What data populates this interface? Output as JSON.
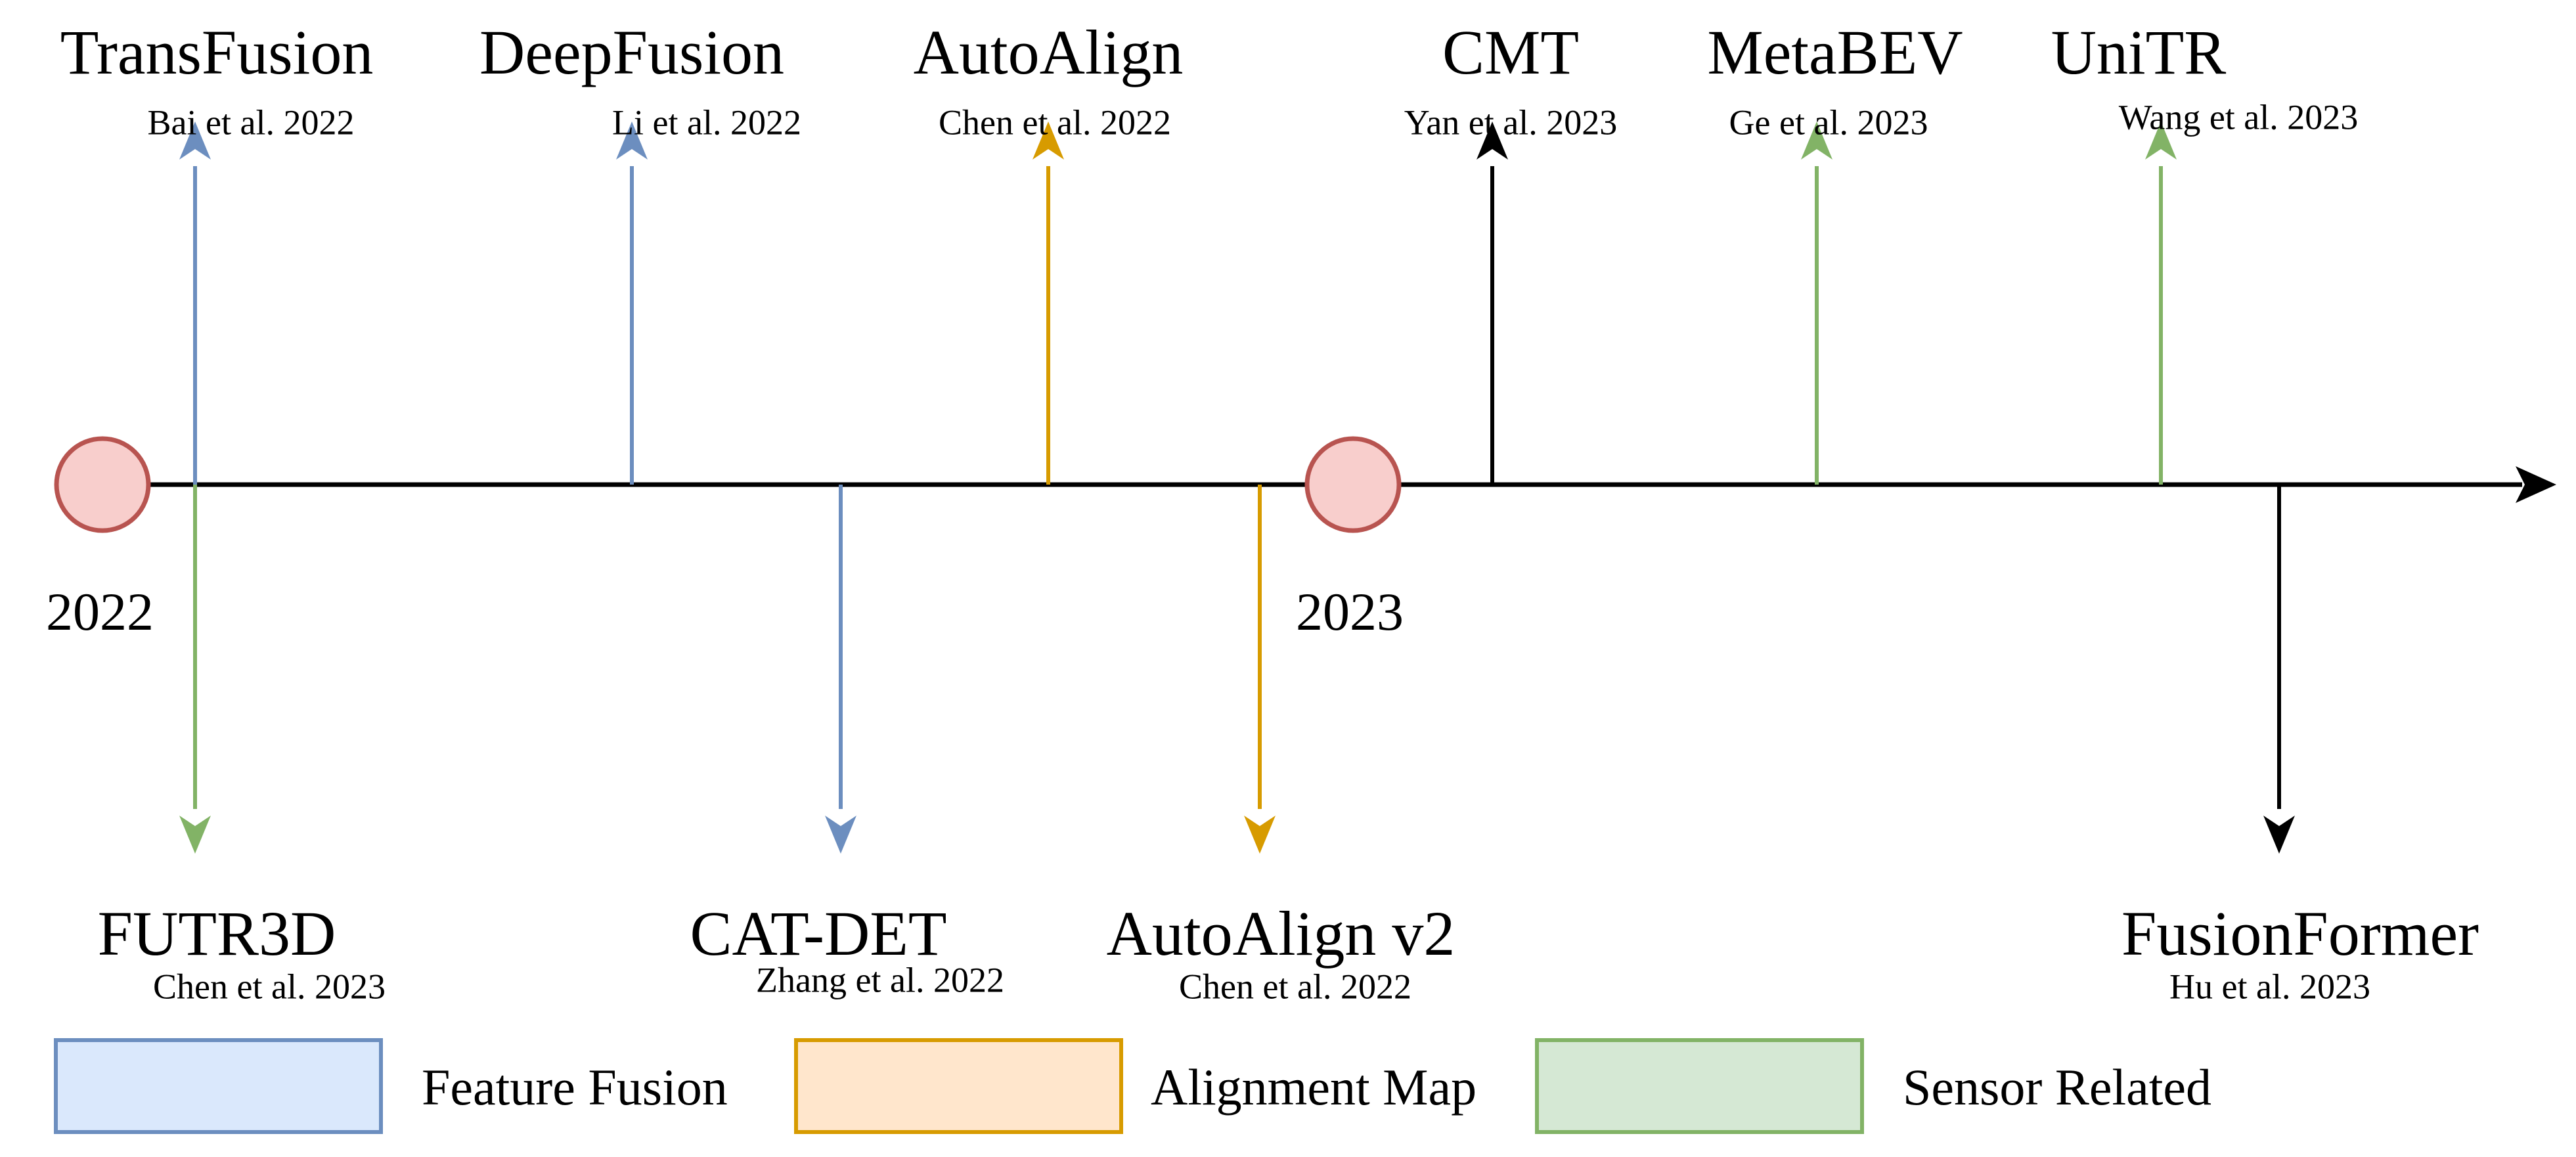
{
  "colors": {
    "feature_fusion": "#6c8ebf",
    "alignment_map": "#d79b00",
    "sensor_related": "#82b366",
    "other": "#000000",
    "year_circle_fill": "#f8cecc",
    "year_circle_stroke": "#b85450",
    "legend_feature_fill": "#dae8fc",
    "legend_alignment_fill": "#ffe6cc",
    "legend_sensor_fill": "#d5e8d4"
  },
  "timeline": {
    "years": [
      {
        "label": "2022"
      },
      {
        "label": "2023"
      }
    ]
  },
  "methods": [
    {
      "name": "TransFusion",
      "citation": "Bai et al. 2022",
      "category": "feature_fusion",
      "side": "above"
    },
    {
      "name": "DeepFusion",
      "citation": "Li et al. 2022",
      "category": "feature_fusion",
      "side": "above"
    },
    {
      "name": "AutoAlign",
      "citation": "Chen et al. 2022",
      "category": "alignment_map",
      "side": "above"
    },
    {
      "name": "CMT",
      "citation": "Yan et al. 2023",
      "category": "other",
      "side": "above"
    },
    {
      "name": "MetaBEV",
      "citation": "Ge et al. 2023",
      "category": "sensor_related",
      "side": "above"
    },
    {
      "name": "UniTR",
      "citation": "Wang et al. 2023",
      "category": "sensor_related",
      "side": "above"
    },
    {
      "name": "FUTR3D",
      "citation": "Chen et al. 2023",
      "category": "sensor_related",
      "side": "below"
    },
    {
      "name": "CAT-DET",
      "citation": "Zhang et al. 2022",
      "category": "feature_fusion",
      "side": "below"
    },
    {
      "name": "AutoAlign v2",
      "citation": "Chen et al. 2022",
      "category": "alignment_map",
      "side": "below"
    },
    {
      "name": "FusionFormer",
      "citation": "Hu et al. 2023",
      "category": "other",
      "side": "below"
    }
  ],
  "legend": [
    {
      "label": "Feature Fusion",
      "category": "feature_fusion"
    },
    {
      "label": "Alignment Map",
      "category": "alignment_map"
    },
    {
      "label": "Sensor Related",
      "category": "sensor_related"
    }
  ]
}
